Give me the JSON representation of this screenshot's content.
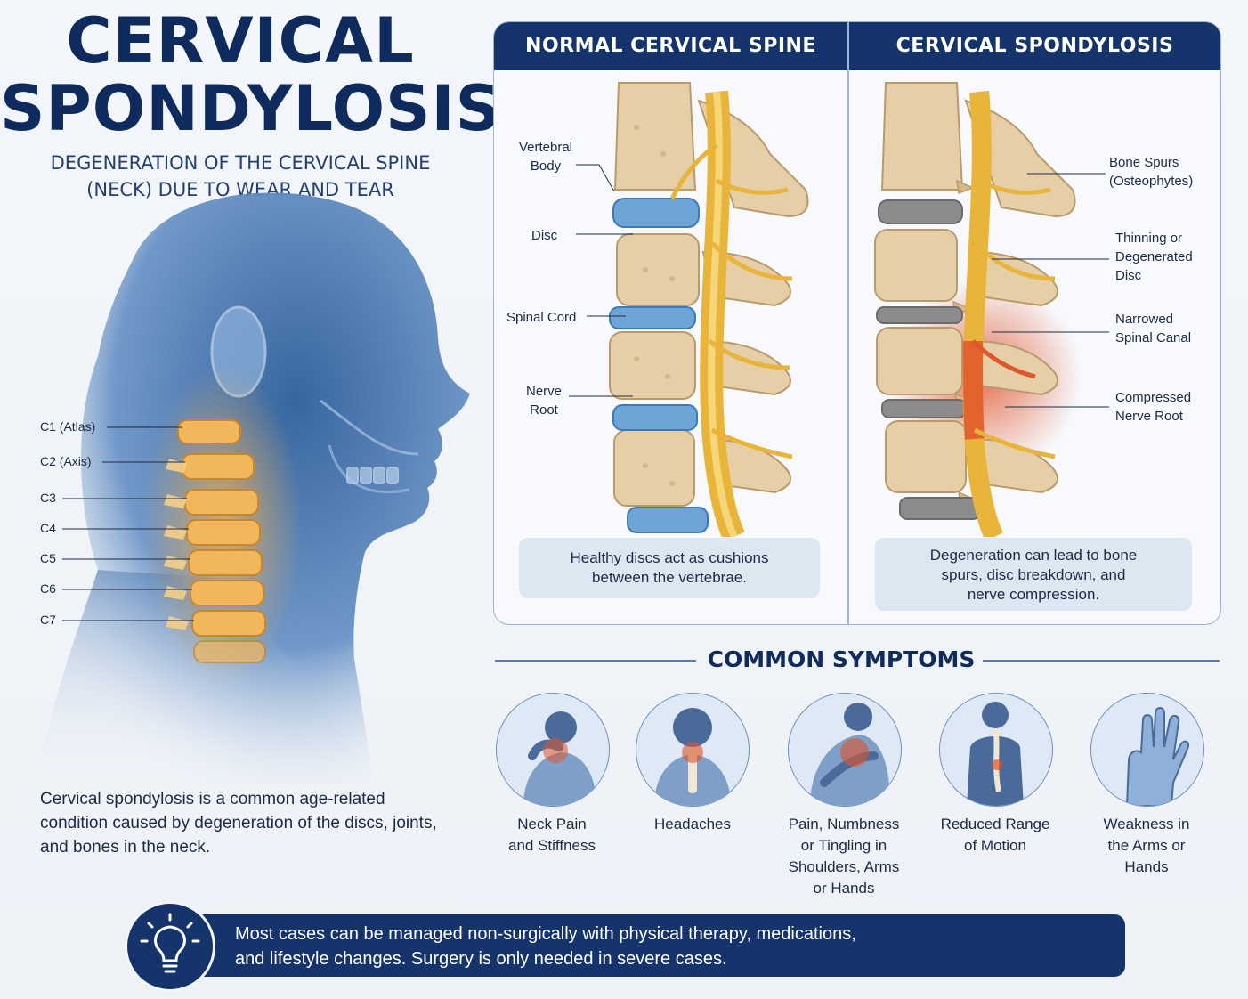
{
  "title": {
    "line1": "CERVICAL",
    "line2": "SPONDYLOSIS"
  },
  "subtitle": {
    "line1": "DEGENERATION OF THE CERVICAL SPINE",
    "line2": "(NECK) DUE TO WEAR AND TEAR"
  },
  "vertebra_labels": [
    "C1 (Atlas)",
    "C2 (Axis)",
    "C3",
    "C4",
    "C5",
    "C6",
    "C7"
  ],
  "description": "Cervical spondylosis is a common age-related condition caused by degeneration of the discs, joints, and bones in the neck.",
  "normal_panel": {
    "title": "NORMAL CERVICAL SPINE",
    "labels": {
      "vertebral_body": {
        "line1": "Vertebral",
        "line2": "Body"
      },
      "disc": "Disc",
      "spinal_cord": "Spinal Cord",
      "nerve_root": {
        "line1": "Nerve",
        "line2": "Root"
      }
    },
    "caption": {
      "line1": "Healthy discs act as cushions",
      "line2": "between the vertebrae."
    }
  },
  "spondylosis_panel": {
    "title": "CERVICAL SPONDYLOSIS",
    "labels": {
      "bone_spurs": {
        "line1": "Bone Spurs",
        "line2": "(Osteophytes)"
      },
      "thinning": {
        "line1": "Thinning or",
        "line2": "Degenerated",
        "line3": "Disc"
      },
      "narrowed": {
        "line1": "Narrowed",
        "line2": "Spinal Canal"
      },
      "compressed": {
        "line1": "Compressed",
        "line2": "Nerve Root"
      }
    },
    "caption": {
      "line1": "Degeneration can lead to bone",
      "line2": "spurs, disc breakdown, and",
      "line3": "nerve compression."
    }
  },
  "symptoms": {
    "title": "COMMON SYMPTOMS",
    "items": [
      {
        "line1": "Neck Pain",
        "line2": "and Stiffness",
        "line3": "",
        "line4": "",
        "icon": "neck-pain-icon"
      },
      {
        "line1": "Headaches",
        "line2": "",
        "line3": "",
        "line4": "",
        "icon": "headache-icon"
      },
      {
        "line1": "Pain, Numbness",
        "line2": "or Tingling in",
        "line3": "Shoulders, Arms",
        "line4": "or Hands",
        "icon": "tingling-icon"
      },
      {
        "line1": "Reduced Range",
        "line2": "of Motion",
        "line3": "",
        "line4": "",
        "icon": "range-of-motion-icon"
      },
      {
        "line1": "Weakness in",
        "line2": "the Arms or",
        "line3": "Hands",
        "line4": "",
        "icon": "weak-hand-icon"
      }
    ]
  },
  "banner": {
    "line1": "Most cases can be managed non-surgically with physical therapy, medications,",
    "line2": "and lifestyle changes. Surgery is only needed in severe cases.",
    "icon": "lightbulb-icon"
  },
  "colors": {
    "navy": "#14346b",
    "bone": "#e6cfa6",
    "disc_healthy": "#6fa5d6",
    "disc_degenerated": "#8c8c8c",
    "cord": "#e9b43a",
    "inflamed": "#e0552c"
  }
}
